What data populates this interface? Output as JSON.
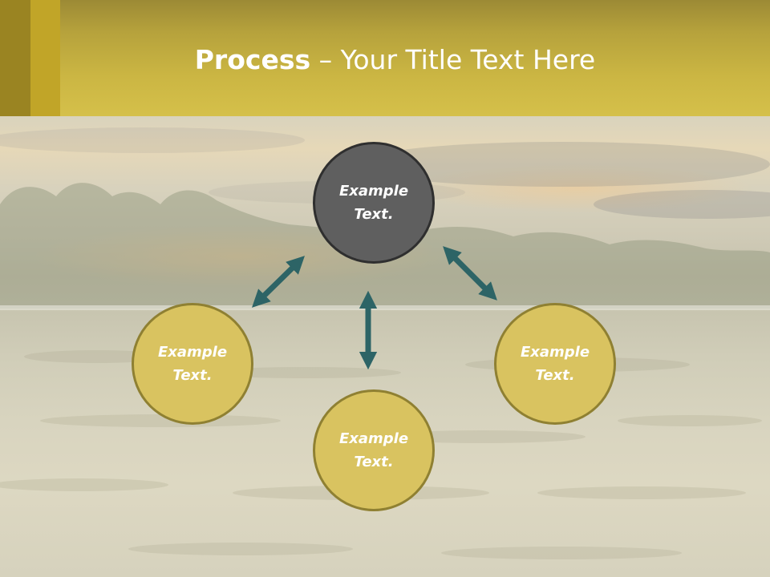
{
  "title": {
    "bold_part": "Process",
    "rest_part": " – Your Title Text Here"
  },
  "diagram": {
    "nodes": [
      {
        "line1": "Example",
        "line2": "Text."
      },
      {
        "line1": "Example",
        "line2": "Text."
      },
      {
        "line1": "Example",
        "line2": "Text."
      },
      {
        "line1": "Example",
        "line2": "Text."
      }
    ]
  },
  "colors": {
    "header_gold": "#d5c04a",
    "accent_dark_gold": "#9a8422",
    "accent_gold": "#c1a528",
    "node_dark": "#5f5f5f",
    "node_gold": "#d9c360",
    "arrow_teal": "#2d6466"
  }
}
